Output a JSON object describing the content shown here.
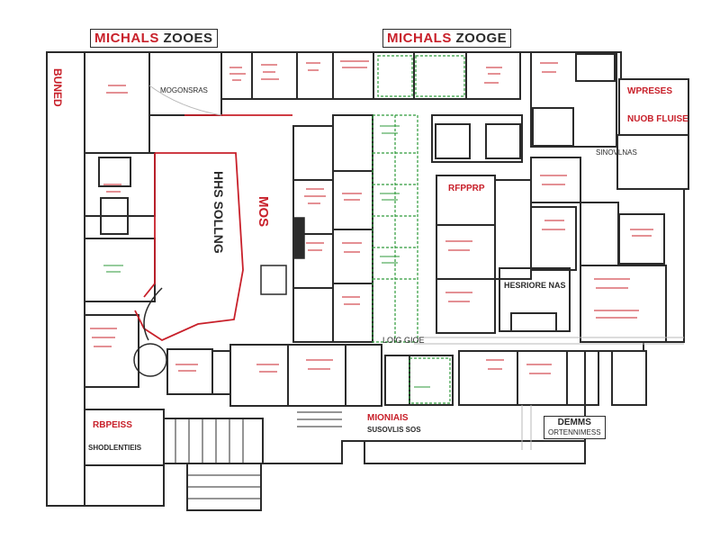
{
  "titles": {
    "left_part1": "MICHALS",
    "left_part2": "ZOOES",
    "center_part1": "MICHALS",
    "center_part2": "ZOOGE"
  },
  "labels": {
    "left_vertical": "BUNED",
    "top_left_room": "MOGONSRAS",
    "center_vertical_red": "MOS",
    "center_vertical_dark": "HHS SOLLNG",
    "right_red_top": "WPRESES",
    "right_red_bottom": "NUOB FLUISE",
    "right_small": "SINOVLNAS",
    "right_center": "HESRIORE NAS",
    "mid_red": "RFPPRP",
    "center_small": "LOIG GIOE",
    "bottom_left_red": "RBPEISS",
    "bottom_left_dark": "SHODLENTIEIS",
    "bottom_center_red": "MIONIAIS",
    "bottom_center_dark": "SUSOVLIS SOS",
    "bottom_right_title": "DEMMS",
    "bottom_right_sub": "ORTENNIMESS"
  },
  "colors": {
    "wall": "#2b2b2b",
    "accent_red": "#c8202a",
    "accent_green": "#2e9a3a",
    "corridor_gray": "#b8b8b8"
  }
}
